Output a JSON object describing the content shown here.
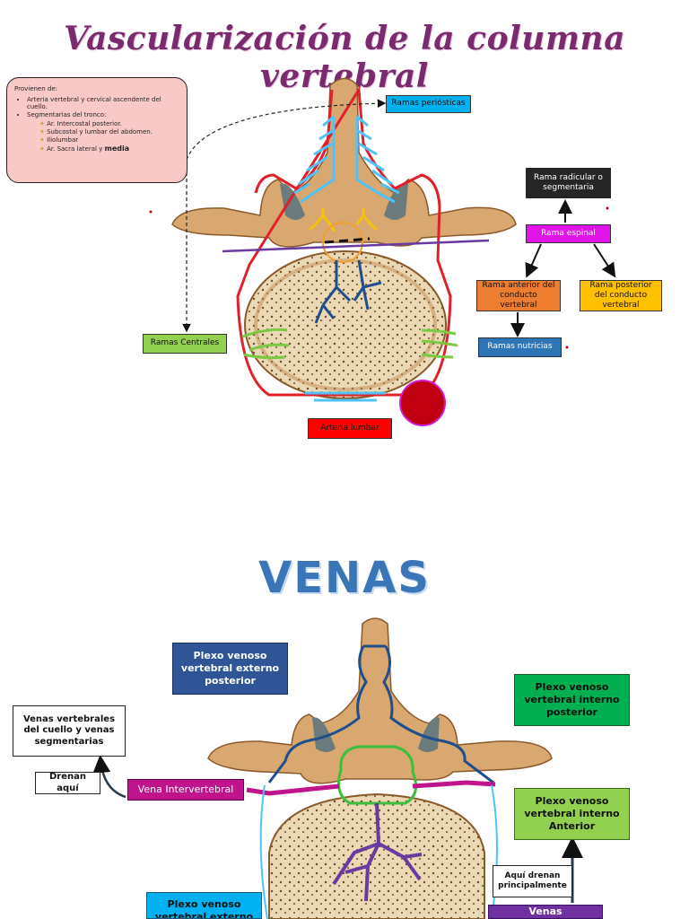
{
  "titles": {
    "main": "Vascularización de la columna vertebral",
    "veins": "VENAS"
  },
  "arteries": {
    "source_box": {
      "heading": "Provienen de:",
      "items": [
        "Arteria vertebral y cervical ascendente del cuello.",
        "Segmentarias del tronco:"
      ],
      "sub_items": [
        "Ar. Intercostal posterior.",
        "Subcostal y lumbar del abdomen.",
        "Iliolumbar",
        "Ar. Sacra lateral y"
      ],
      "sub_last_bold": "media"
    },
    "labels": {
      "periosteal": "Ramas periósticas",
      "radicular": "Rama radicular o segmentaria",
      "spinal": "Rama espinal",
      "anterior_canal": "Rama anterior del conducto vertebral",
      "posterior_canal": "Rama posterior del conducto vertebral",
      "nutrient": "Ramas nutricias",
      "central": "Ramas Centrales",
      "lumbar_artery": "Arteria lumbar"
    }
  },
  "veins": {
    "labels": {
      "ext_posterior": "Plexo venoso vertebral externo posterior",
      "int_posterior": "Plexo venoso vertebral interno posterior",
      "neck_veins": "Venas vertebrales del cuello y venas segmentarias",
      "drain_here": "Drenan aquí",
      "intervertebral": "Vena Intervertebral",
      "int_anterior": "Plexo venoso vertebral interno Anterior",
      "drain_mainly": "Aquí drenan principalmente",
      "ext_anterior": "Plexo venoso vertebral externo",
      "basivertebral": "Venas"
    }
  },
  "colors": {
    "pink_box": "#f9c9c7",
    "cyan_box": "#00b0f0",
    "black_box": "#262626",
    "magenta_box": "#e014e8",
    "orange_box": "#ed7d31",
    "yellow_box": "#ffc000",
    "blue_box": "#2e75b6",
    "green_box": "#92d050",
    "red_box": "#ff0000",
    "navy_box": "#2f5597",
    "dark_green_box": "#00b050",
    "vein_magenta": "#c0148c",
    "purple_box": "#7030a0"
  }
}
